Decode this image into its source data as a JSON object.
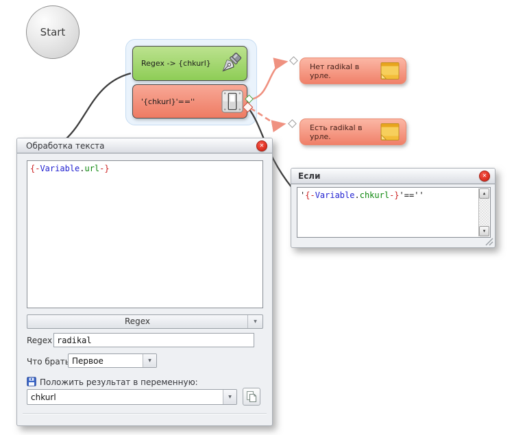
{
  "start_node": {
    "label": "Start"
  },
  "action_group": {
    "regex_block": {
      "label": "Regex -> {chkurl}"
    },
    "condition_block": {
      "label": "'{chkurl}'==''"
    }
  },
  "notes": [
    {
      "text": "Нет radikal в урле."
    },
    {
      "text": "Есть radikal в урле."
    }
  ],
  "text_processing_panel": {
    "title": "Обработка текста",
    "source_code": [
      {
        "text": "{-"
      },
      {
        "text": "Variable"
      },
      {
        "text": "."
      },
      {
        "text": "url"
      },
      {
        "text": "-}"
      }
    ],
    "mode_selector_value": "Regex",
    "regex_label": "Regex",
    "regex_value": "radikal",
    "take_label": "Что брать",
    "take_value": "Первое",
    "result_label": "Положить результат в переменную:",
    "result_value": "chkurl"
  },
  "if_panel": {
    "title": "Если",
    "condition_code": [
      {
        "text": "'"
      },
      {
        "text": "{-"
      },
      {
        "text": "Variable"
      },
      {
        "text": "."
      },
      {
        "text": "chkurl"
      },
      {
        "text": "-}"
      },
      {
        "text": "'==''"
      }
    ]
  },
  "icons": {
    "close_glyph": "✕",
    "dropdown_glyph": "▼",
    "scroll_up_glyph": "▲",
    "scroll_down_glyph": "▼"
  },
  "colors": {
    "block_green": "#9fd269",
    "block_red": "#f29280",
    "note_salmon": "#f6a28e",
    "group_fill": "#eaf3fc",
    "connector_black": "#3d3d3d",
    "connector_salmon": "#ef9180",
    "token_red": "#cc2020",
    "token_blue": "#1f1fd0",
    "token_green": "#0c870c",
    "close_red": "#d92b1c"
  }
}
